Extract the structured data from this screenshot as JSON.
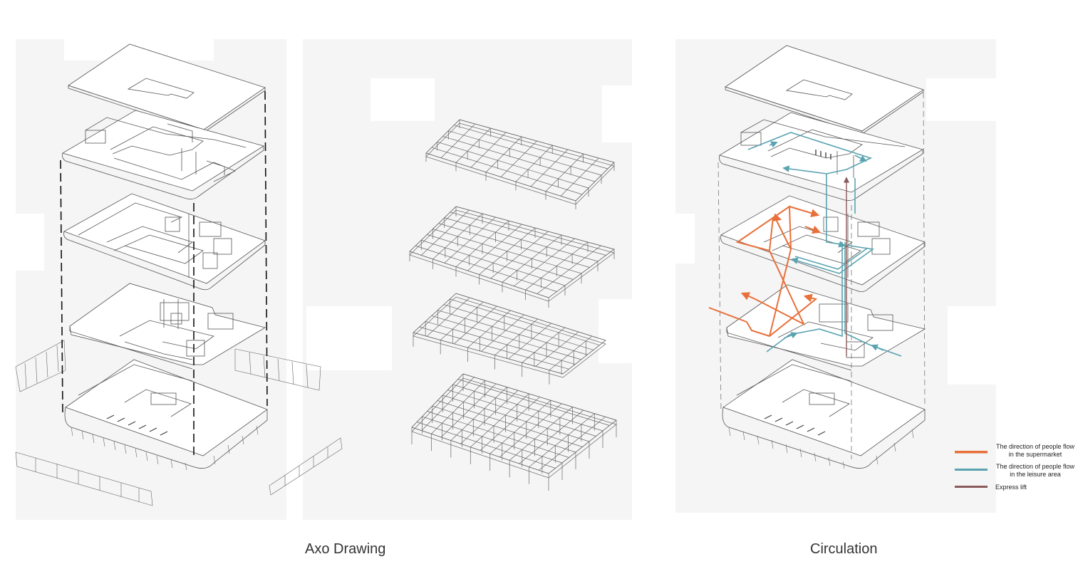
{
  "captions": {
    "axo": "Axo Drawing",
    "circulation": "Circulation"
  },
  "legend": {
    "items": [
      {
        "line1": "The direction of people flow",
        "line2": "in the supermarket",
        "color": "#e8703a"
      },
      {
        "line1": "The direction of people flow",
        "line2": "in the leisure area",
        "color": "#5aa3b0"
      },
      {
        "line1": "Express lift",
        "line2": "",
        "color": "#8a5a5a"
      }
    ]
  },
  "colors": {
    "line": "#555555",
    "background_pattern": "#f6f6f6"
  }
}
